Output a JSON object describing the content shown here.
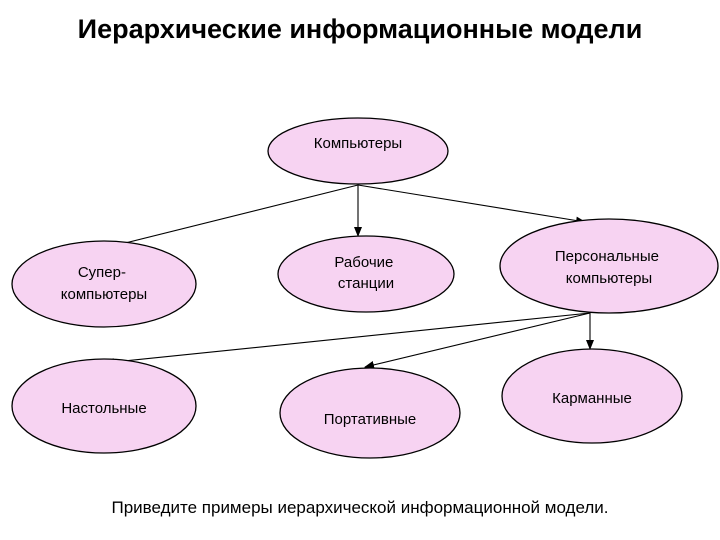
{
  "title": "Иерархические информационные модели",
  "footer": "Приведите примеры  иерархической информационной модели.",
  "colors": {
    "node_fill": "#f7d3f2",
    "stroke": "#000000",
    "text": "#000000"
  },
  "nodes": {
    "computers": {
      "lines": [
        "Компьютеры"
      ]
    },
    "supercomputers": {
      "lines": [
        "Супер-",
        "компьютеры"
      ]
    },
    "workstations": {
      "lines": [
        "Рабочие",
        "станции"
      ]
    },
    "personal": {
      "lines": [
        "Персональные",
        "компьютеры"
      ]
    },
    "desktop": {
      "lines": [
        "Настольные"
      ]
    },
    "portable": {
      "lines": [
        "Портативные"
      ]
    },
    "pocket": {
      "lines": [
        "Карманные"
      ]
    }
  },
  "edges": [
    [
      "computers",
      "supercomputers"
    ],
    [
      "computers",
      "workstations"
    ],
    [
      "computers",
      "personal"
    ],
    [
      "personal",
      "desktop"
    ],
    [
      "personal",
      "portable"
    ],
    [
      "personal",
      "pocket"
    ]
  ]
}
